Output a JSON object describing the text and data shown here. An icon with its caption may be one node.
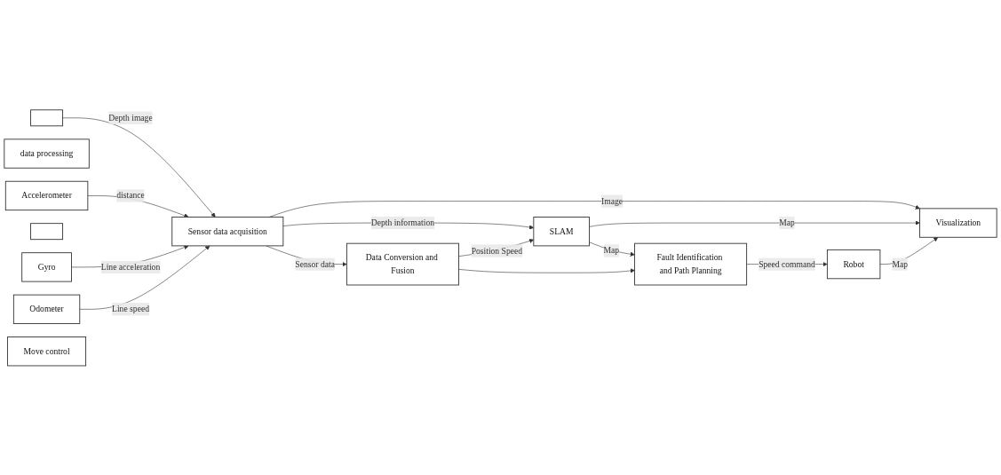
{
  "diagram": {
    "nodes": [
      {
        "text": [],
        "shape": "box"
      },
      {
        "text": [
          "data processing"
        ]
      },
      {
        "text": [
          "Accelerometer"
        ]
      },
      {
        "text": [],
        "shape": "box"
      },
      {
        "text": [
          "Gyro"
        ]
      },
      {
        "text": [
          "Odometer"
        ]
      },
      {
        "text": [
          "Sensor data acquisition"
        ]
      },
      {
        "text": [
          "Visualization"
        ]
      },
      {
        "text": [
          "Data Conversion and Fusion"
        ]
      },
      {
        "text": [
          "SLAM"
        ]
      },
      {
        "text": [
          "Fault Identification and Path Planning"
        ]
      },
      {
        "text": [
          "Move control"
        ]
      },
      {
        "text": [
          "Robot"
        ]
      }
    ],
    "edges": [
      {
        "from": 0,
        "to": 6,
        "arrow": "to",
        "label": "Depth image"
      },
      {
        "from": 2,
        "to": 6,
        "arrow": "to",
        "label": "distance"
      },
      {
        "from": 4,
        "to": 6,
        "arrow": "to",
        "label": "Line acceleration"
      },
      {
        "from": 5,
        "to": 6,
        "arrow": "to",
        "label": "Line speed"
      },
      {
        "from": 6,
        "to": 7,
        "arrow": "to",
        "label": "Image"
      },
      {
        "from": 6,
        "to": 9,
        "arrow": "to",
        "label": "Depth information"
      },
      {
        "from": 6,
        "to": 8,
        "arrow": "to",
        "label": "Sensor data"
      },
      {
        "from": 8,
        "to": 9,
        "arrow": "to",
        "label": "Position Speed"
      },
      {
        "from": 9,
        "to": 7,
        "arrow": "to",
        "label": "Map"
      },
      {
        "from": 9,
        "to": 10,
        "arrow": "to",
        "label": "Map"
      },
      {
        "from": 10,
        "to": 12,
        "arrow": "to",
        "label": "Speed command"
      },
      {
        "from": 12,
        "to": 7,
        "arrow": "to",
        "label": "Map"
      },
      {
        "from": 8,
        "to": 10,
        "arrow": "to"
      }
    ]
  }
}
